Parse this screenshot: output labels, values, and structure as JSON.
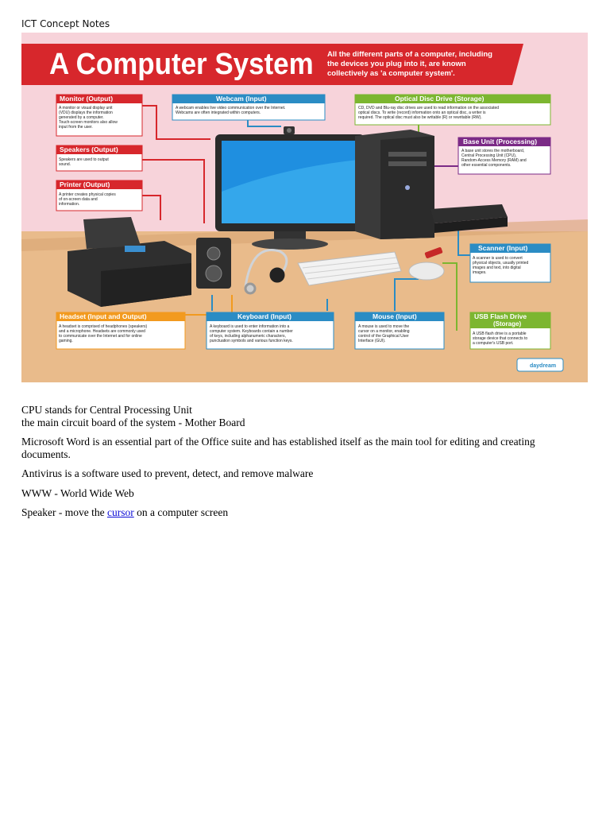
{
  "document": {
    "header": "ICT Concept Notes"
  },
  "poster": {
    "title": "A Computer System",
    "intro_lines": [
      "All the different parts of a computer, including",
      "the devices you plug into it, are known",
      "collectively as 'a computer system'."
    ],
    "logo": "daydream",
    "colors": {
      "red": "#d7272c",
      "blue": "#2b8cc4",
      "green": "#7cb630",
      "purple": "#7b2a86",
      "orange": "#f29a1f",
      "pink_bg": "#f7d3da",
      "desk": "#e9bb8b"
    },
    "boxes": [
      {
        "id": "monitor",
        "title": "Monitor (Output)",
        "lines": [
          "A monitor or visual display unit",
          "(VDU) displays the information",
          "generated by a computer.",
          "Touch-screen monitors also allow",
          "input from the user."
        ]
      },
      {
        "id": "webcam",
        "title": "Webcam (Input)",
        "lines": [
          "A webcam enables live video communication over the Internet.",
          "Webcams are often integrated within computers."
        ]
      },
      {
        "id": "optical",
        "title": "Optical Disc Drive (Storage)",
        "lines": [
          "CD, DVD and Blu-ray disc drives are used to read information on the associated",
          "optical discs. To write (record) information onto an optical disc, a writer is",
          "required. The optical disc must also be writable (R) or rewritable (RW)."
        ]
      },
      {
        "id": "base",
        "title": "Base Unit (Processing)",
        "lines": [
          "A base unit stores the motherboard,",
          "Central Processing Unit (CPU),",
          "Random-Access Memory (RAM) and",
          "other essential components."
        ]
      },
      {
        "id": "speakers",
        "title": "Speakers (Output)",
        "lines": [
          "Speakers are used to output",
          "sound."
        ]
      },
      {
        "id": "printer",
        "title": "Printer (Output)",
        "lines": [
          "A printer creates physical copies",
          "of on-screen data and",
          "information."
        ]
      },
      {
        "id": "scanner",
        "title": "Scanner (Input)",
        "lines": [
          "A scanner is used to convert",
          "physical objects, usually printed",
          "images and text, into digital",
          "images."
        ]
      },
      {
        "id": "headset",
        "title": "Headset (Input and Output)",
        "lines": [
          "A headset is comprised of headphones (speakers)",
          "and a microphone. Headsets are commonly used",
          "to communicate over the Internet and for online",
          "gaming."
        ]
      },
      {
        "id": "keyboard",
        "title": "Keyboard (Input)",
        "lines": [
          "A keyboard is used to enter information into a",
          "computer system. Keyboards contain a number",
          "of keys, including alphanumeric characters,",
          "punctuation symbols and various function keys."
        ]
      },
      {
        "id": "mouse",
        "title": "Mouse (Input)",
        "lines": [
          "A mouse is used to move the",
          "cursor on a monitor, enabling",
          "control of the Graphical User",
          "Interface (GUI)."
        ]
      },
      {
        "id": "usb",
        "title": "USB Flash Drive",
        "title2": "(Storage)",
        "lines": [
          "A USB flash drive is a portable",
          "storage device that connects to",
          "a computer's USB port."
        ]
      }
    ]
  },
  "notes": {
    "cpu_line1": "CPU stands for Central Processing Unit",
    "cpu_line2": "the main circuit board of the system - Mother Board",
    "word": "Microsoft Word is an essential part of the Office suite and has established itself as the main tool for editing and creating documents.",
    "antivirus": "Antivirus is a software used to prevent, detect, and remove malware",
    "www": "WWW - World Wide Web",
    "speaker_pre": "Speaker - move the ",
    "speaker_link": "cursor",
    "speaker_post": " on a computer screen"
  }
}
